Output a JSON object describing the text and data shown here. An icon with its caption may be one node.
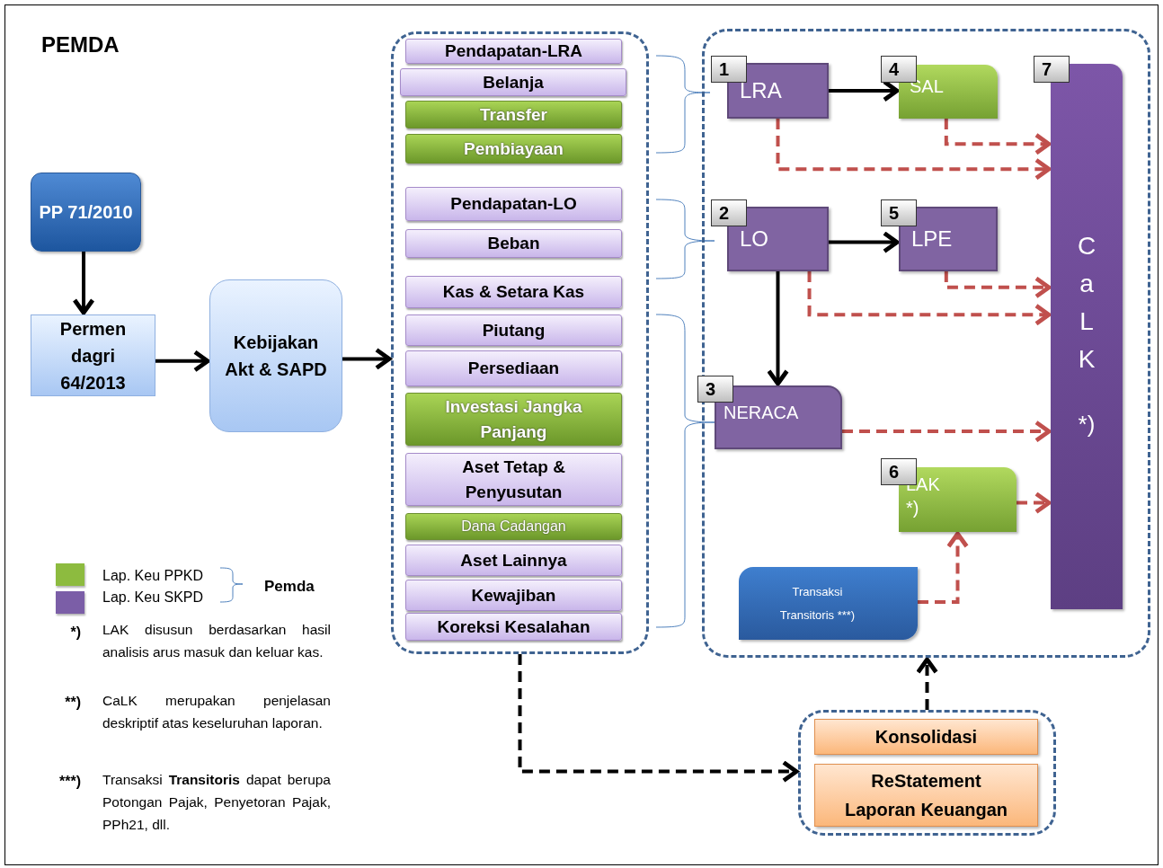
{
  "diagram": {
    "title": "PEMDA",
    "nodes": [
      {
        "text": [
          "PP 71/2010"
        ]
      },
      {
        "text": [
          "Permen dagri 64/2013"
        ]
      },
      {
        "text": [
          "Kebijakan Akt & SAPD"
        ]
      },
      {
        "text": [],
        "shape": "box"
      },
      {
        "text": [
          "Pendapatan-LRA"
        ],
        "in": 3
      },
      {
        "text": [
          "Belanja"
        ],
        "in": 3
      },
      {
        "text": [
          "Transfer"
        ],
        "in": 3
      },
      {
        "text": [
          "Pembiayaan"
        ],
        "in": 3
      },
      {
        "text": [
          "Pendapatan-LO"
        ],
        "in": 3
      },
      {
        "text": [
          "Beban"
        ],
        "in": 3
      },
      {
        "text": [
          "Kas & Setara Kas"
        ],
        "in": 3
      },
      {
        "text": [
          "Piutang"
        ],
        "in": 3
      },
      {
        "text": [
          "Persediaan"
        ],
        "in": 3
      },
      {
        "text": [
          "Investasi Jangka Panjang"
        ],
        "in": 3
      },
      {
        "text": [
          "Aset Tetap & Penyusutan"
        ],
        "in": 3
      },
      {
        "text": [
          "Dana Cadangan"
        ],
        "in": 3
      },
      {
        "text": [
          "Aset Lainnya"
        ],
        "in": 3
      },
      {
        "text": [
          "Kewajiban"
        ],
        "in": 3
      },
      {
        "text": [
          "Koreksi Kesalahan"
        ],
        "in": 3
      },
      {
        "text": [],
        "shape": "box"
      },
      {
        "text": [
          "LRA"
        ],
        "in": 19,
        "beside": [
          "1"
        ]
      },
      {
        "text": [
          "SAL"
        ],
        "in": 19,
        "beside": [
          "4"
        ]
      },
      {
        "text": [
          "CaLK",
          "*)"
        ],
        "in": 19,
        "beside": [
          "7"
        ]
      },
      {
        "text": [
          "LO"
        ],
        "in": 19,
        "beside": [
          "2"
        ]
      },
      {
        "text": [
          "LPE"
        ],
        "in": 19,
        "beside": [
          "5"
        ]
      },
      {
        "text": [
          "NERACA"
        ],
        "in": 19,
        "beside": [
          "3"
        ]
      },
      {
        "text": [
          "LAK *)"
        ],
        "in": 19,
        "beside": [
          "6"
        ]
      },
      {
        "text": [
          "Transaksi Transitoris ***)"
        ],
        "in": 19
      },
      {
        "text": [],
        "shape": "box"
      },
      {
        "text": [
          "Konsolidasi"
        ],
        "in": 28
      },
      {
        "text": [
          "ReStatement Laporan Keuangan"
        ],
        "in": 28
      }
    ],
    "edges": [
      {
        "from": 0,
        "to": 1,
        "arrow": "to"
      },
      {
        "from": 1,
        "to": 2,
        "arrow": "to"
      },
      {
        "from": 2,
        "to": 3,
        "arrow": "to"
      },
      {
        "from": 20,
        "to": 21,
        "arrow": "to"
      },
      {
        "from": 20,
        "to": 22,
        "arrow": "to",
        "style": "dashed",
        "color": "#c0504d"
      },
      {
        "from": 21,
        "to": 22,
        "arrow": "to",
        "style": "dashed",
        "color": "#c0504d"
      },
      {
        "from": 23,
        "to": 24,
        "arrow": "to"
      },
      {
        "from": 23,
        "to": 25,
        "arrow": "to"
      },
      {
        "from": 23,
        "to": 22,
        "arrow": "to",
        "style": "dashed",
        "color": "#c0504d"
      },
      {
        "from": 24,
        "to": 22,
        "arrow": "to",
        "style": "dashed",
        "color": "#c0504d"
      },
      {
        "from": 25,
        "to": 22,
        "arrow": "to",
        "style": "dashed",
        "color": "#c0504d"
      },
      {
        "from": 26,
        "to": 22,
        "arrow": "to",
        "style": "dashed",
        "color": "#c0504d"
      },
      {
        "from": 27,
        "to": 26,
        "arrow": "to",
        "style": "dashed",
        "color": "#c0504d"
      },
      {
        "from": 3,
        "to": 28,
        "arrow": "to",
        "style": "dashed"
      },
      {
        "from": 28,
        "to": 19,
        "arrow": "to",
        "style": "dashed"
      }
    ],
    "labels": [
      "Pemda",
      "*)",
      "LAK disusun berdasarkan hasil analisis arus masuk dan keluar kas.",
      "**)",
      "CaLK merupakan penjelasan deskriptif atas keseluruhan laporan.",
      "***)",
      "Transaksi **Transitoris** dapat berupa Potongan Pajak, Penyetoran Pajak, PPh21, dll."
    ],
    "legend": [
      {
        "text": "Lap. Keu PPKD",
        "color": "#8dbb3f"
      },
      {
        "text": "Lap. Keu SKPD",
        "color": "#7b5ea7"
      }
    ]
  }
}
